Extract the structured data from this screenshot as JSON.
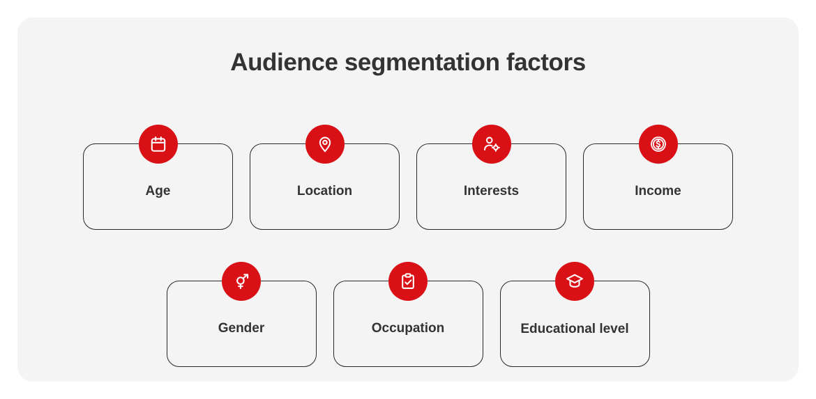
{
  "title": "Audience segmentation factors",
  "colors": {
    "badge_red": "#d91015",
    "panel_bg": "#f4f4f5",
    "card_border": "#27272a",
    "text": "#333333",
    "page_bg": "#ffffff"
  },
  "rows": [
    {
      "cards": [
        {
          "label": "Age",
          "icon": "calendar-icon"
        },
        {
          "label": "Location",
          "icon": "map-pin-icon"
        },
        {
          "label": "Interests",
          "icon": "user-gear-icon"
        },
        {
          "label": "Income",
          "icon": "dollar-coin-icon"
        }
      ]
    },
    {
      "cards": [
        {
          "label": "Gender",
          "icon": "gender-symbol-icon"
        },
        {
          "label": "Occupation",
          "icon": "clipboard-check-icon"
        },
        {
          "label": "Educational level",
          "icon": "graduation-cap-icon"
        }
      ]
    }
  ]
}
